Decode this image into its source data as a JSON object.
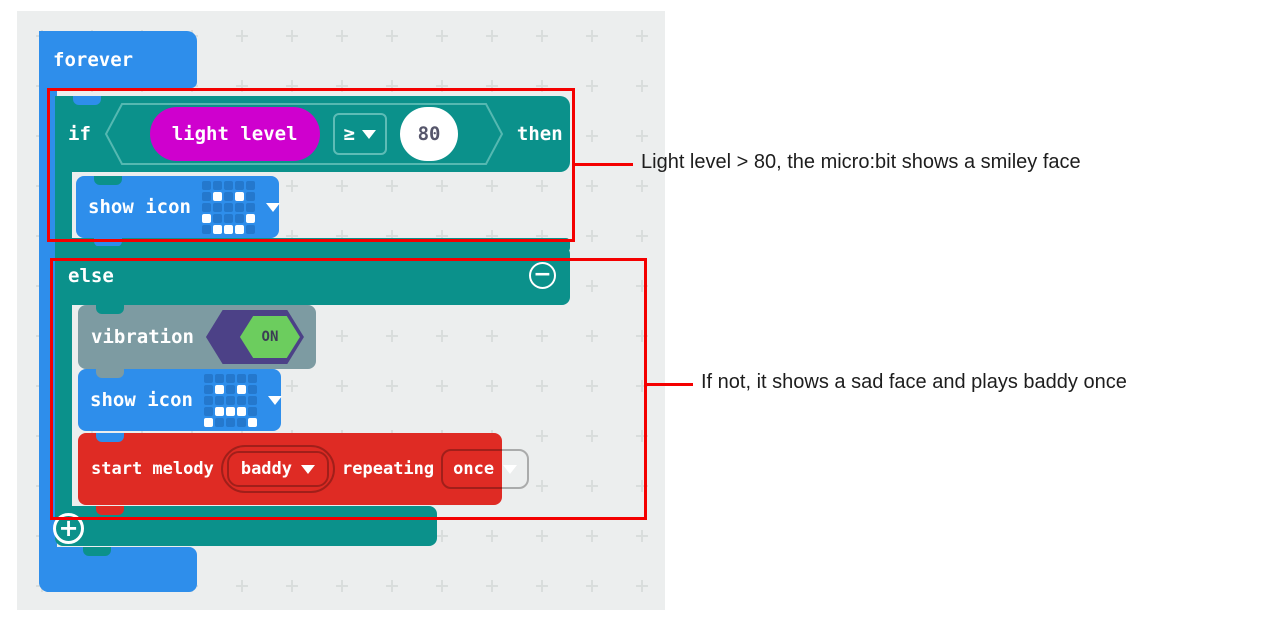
{
  "colors": {
    "basic_blue": "#2e8eeb",
    "logic_teal": "#0b918b",
    "input_magenta": "#cf00ce",
    "music_red": "#df2b24",
    "vibration_slate": "#7d9ba2",
    "toggle_purple": "#4c4187",
    "toggle_green": "#6ccd5e",
    "annotation_red": "#f40000",
    "workspace_gray": "#eceeee"
  },
  "blocks": {
    "forever": {
      "label": "forever"
    },
    "conditional": {
      "if_label": "if",
      "then_label": "then",
      "else_label": "else",
      "condition": {
        "variable": "light level",
        "operator": "≥",
        "value": "80"
      }
    },
    "show_icon_happy": {
      "label": "show icon",
      "icon": "smiley-face",
      "pattern": [
        ".....",
        ".#.#.",
        ".....",
        "#...#",
        ".###."
      ]
    },
    "vibration": {
      "label": "vibration",
      "state": "ON"
    },
    "show_icon_sad": {
      "label": "show icon",
      "icon": "sad-face",
      "pattern": [
        ".....",
        ".#.#.",
        ".....",
        ".###.",
        "#...#"
      ]
    },
    "start_melody": {
      "label": "start melody",
      "melody": "baddy",
      "repeating_label": "repeating",
      "repeat_option": "once"
    }
  },
  "annotations": [
    {
      "text": "Light level > 80, the micro:bit shows a smiley face"
    },
    {
      "text": "If not, it shows a sad face and plays baddy once"
    }
  ]
}
